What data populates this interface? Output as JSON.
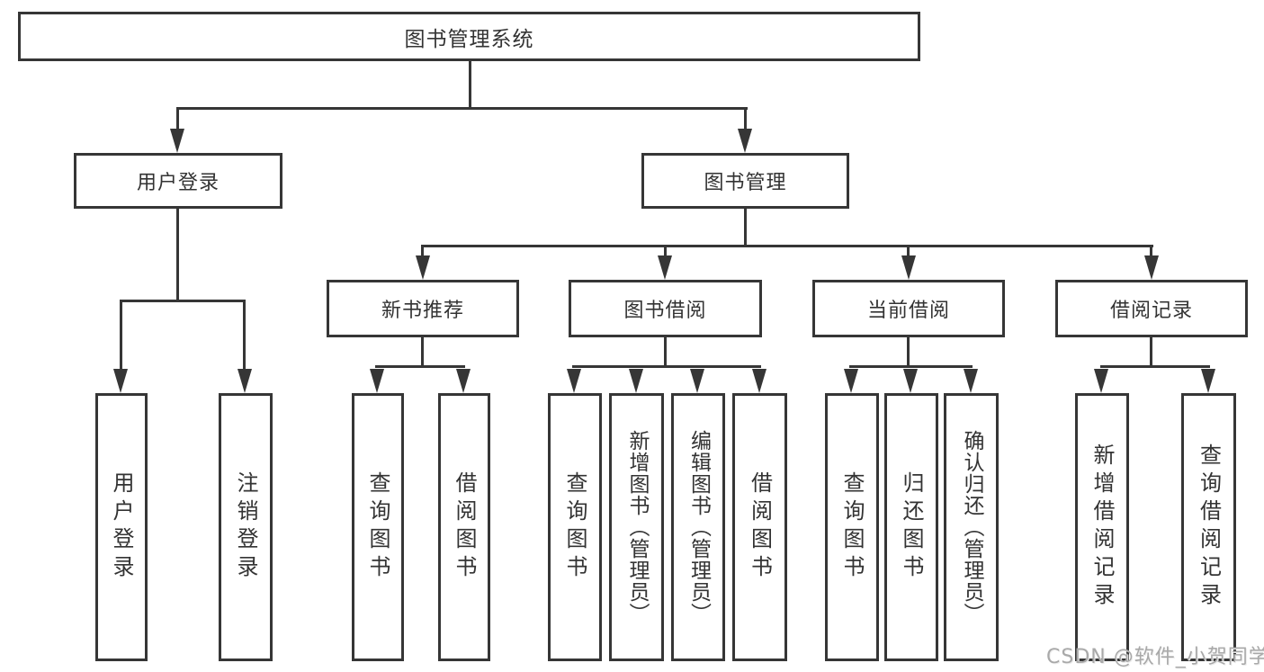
{
  "diagram": {
    "title": "图书管理系统",
    "level2": {
      "user_login": "用户登录",
      "book_mgmt": "图书管理"
    },
    "level3": {
      "new_book_rec": "新书推荐",
      "book_borrow": "图书借阅",
      "current_borrow": "当前借阅",
      "borrow_record": "借阅记录"
    },
    "leaves": {
      "user_login": "用户登录",
      "logout": "注销登录",
      "rec_query_book": "查询图书",
      "rec_borrow_book": "借阅图书",
      "bb_query_book": "查询图书",
      "bb_add_book": "新增图书（管理员）",
      "bb_edit_book": "编辑图书（管理员）",
      "bb_borrow_book": "借阅图书",
      "cb_query_book": "查询图书",
      "cb_return_book": "归还图书",
      "cb_confirm_return": "确认归还（管理员）",
      "br_add_record": "新增借阅记录",
      "br_query_record": "查询借阅记录"
    }
  },
  "watermark": "CSDN @软件_小贺同学",
  "colors": {
    "line": "#363636",
    "background": "#ffffff",
    "watermark": "#a9a9a9"
  }
}
